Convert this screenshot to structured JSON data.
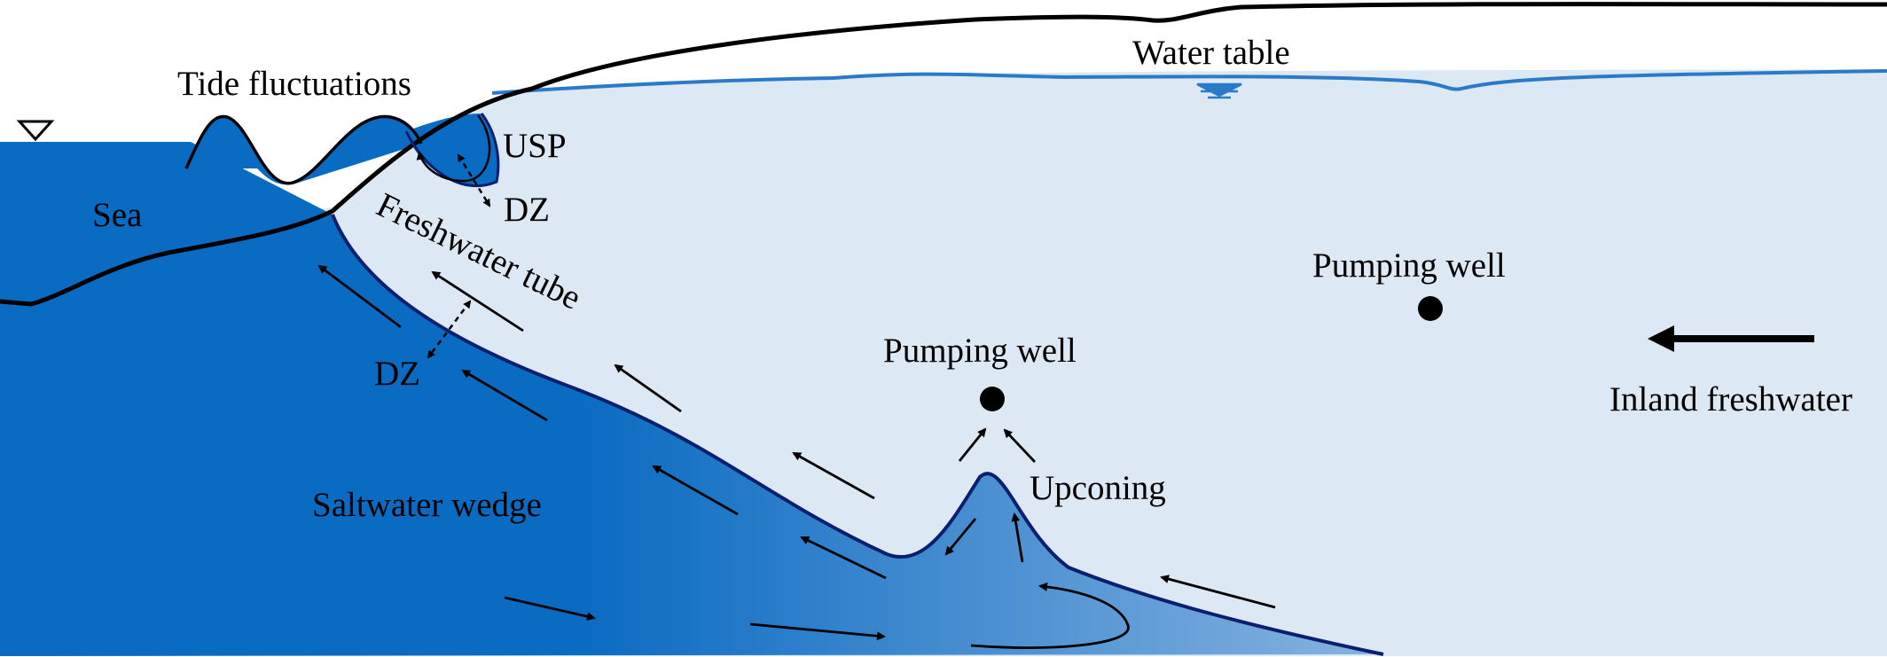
{
  "labels": {
    "tide_fluctuations": "Tide fluctuations",
    "water_table": "Water table",
    "usp": "USP",
    "dz_upper": "DZ",
    "sea": "Sea",
    "freshwater_tube": "Freshwater tube",
    "dz_lower": "DZ",
    "pumping_well_right": "Pumping well",
    "pumping_well_center": "Pumping well",
    "inland_freshwater": "Inland freshwater",
    "upconing": "Upconing",
    "saltwater_wedge": "Saltwater wedge"
  },
  "colors": {
    "sea": "#0a6bc2",
    "saltwater_gradient_end": "#87b3e0",
    "freshwater": "#dde8f5",
    "water_table_line": "#2a7ac8",
    "wedge_outline": "#0b1f6e",
    "ground_surface": "#000000"
  },
  "icons": {
    "sea_level": "inverted-triangle-icon",
    "water_table": "water-table-symbol-icon"
  }
}
